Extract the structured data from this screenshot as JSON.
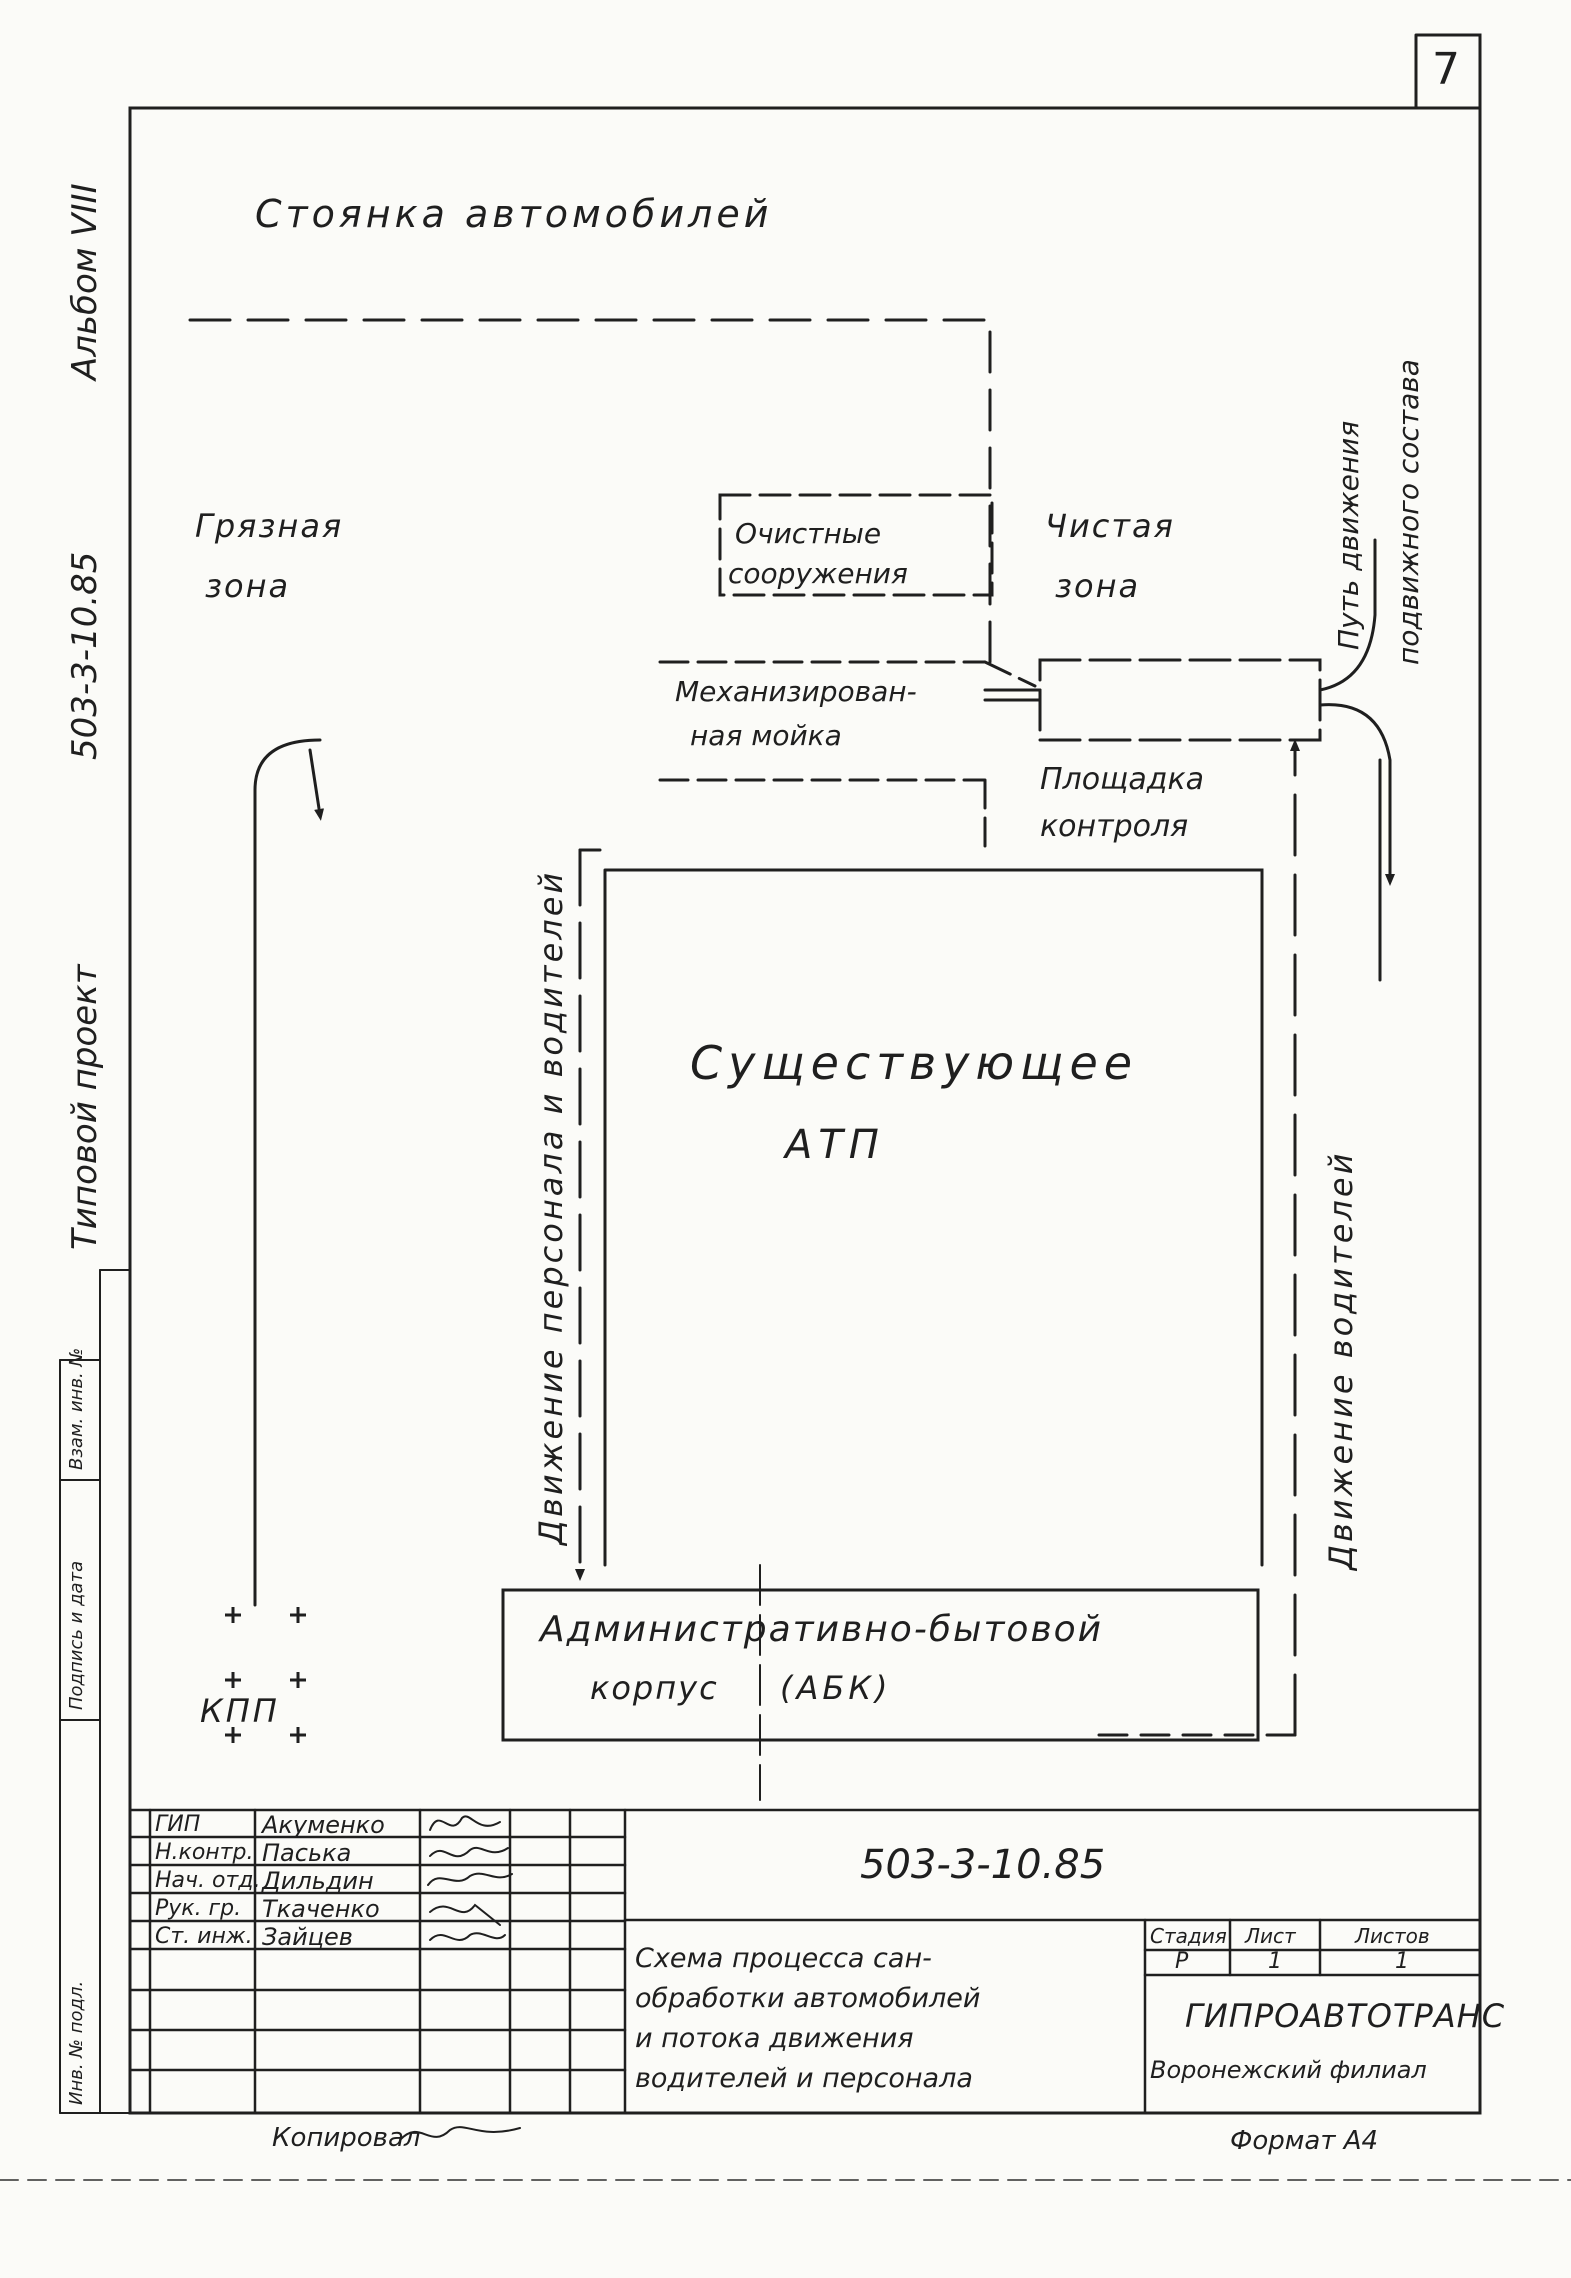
{
  "sheet_number": "7",
  "margin_label": "503-3-10.85",
  "album_label": "Альбом VIII",
  "project_type_label": "Типовой проект",
  "drawing": {
    "parking_label": "Стоянка автомобилей",
    "dirty_zone_label": "Грязная",
    "dirty_zone_label_2": "зона",
    "clean_zone_label": "Чистая",
    "clean_zone_label_2": "зона",
    "treatment_label_1": "Очистные",
    "treatment_label_2": "сооружения",
    "wash_label_1": "Механизирован-",
    "wash_label_2": "ная мойка",
    "control_label_1": "Площадка",
    "control_label_2": "контроля",
    "route_label_1": "Путь движения",
    "route_label_2": "подвижного состава",
    "existing_label_1": "Существующее",
    "existing_label_2": "АТП",
    "left_flow_label": "Движение персонала и водителей",
    "right_flow_label": "Движение водителей",
    "abk_label_1": "Административно-бытовой",
    "abk_label_2": "корпус",
    "abk_label_3": "(АБК)",
    "kpp_label": "КПП"
  },
  "side_stamp": {
    "col1": "Инв. № подл.",
    "col2": "Подпись и дата",
    "col3": "Взам. инв. №"
  },
  "title_block": {
    "roles": [
      "ГИП",
      "Н.контр.",
      "Нач. отд.",
      "Рук. гр.",
      "Ст. инж."
    ],
    "names": [
      "Акуменко",
      "Паська",
      "Дильдин",
      "Ткаченко",
      "Зайцев"
    ],
    "doc_code": "503-3-10.85",
    "title_lines": [
      "Схема процесса сан-",
      "обработки автомобилей",
      "и потока движения",
      "водителей и персонала"
    ],
    "stage_header": "Стадия",
    "sheet_header": "Лист",
    "sheets_header": "Листов",
    "stage_value": "Р",
    "sheet_value": "1",
    "sheets_value": "1",
    "org_name": "ГИПРОАВТОТРАНС",
    "org_branch": "Воронежский филиал"
  },
  "copied_by_label": "Копировал",
  "format_label": "Формат А4",
  "colors": {
    "ink": "#1f1f1f",
    "paper": "#fbfbf8"
  }
}
